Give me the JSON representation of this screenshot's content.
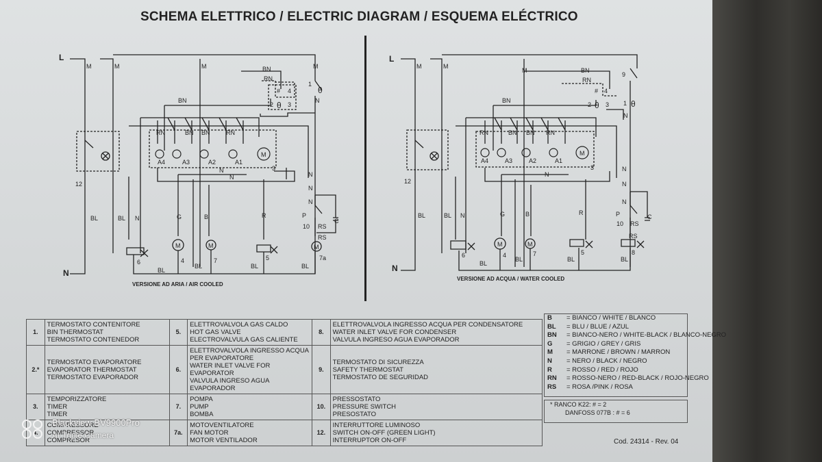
{
  "title": "SCHEMA ELETTRICO / ELECTRIC DIAGRAM / ESQUEMA ELÉCTRICO",
  "diagram_left": {
    "caption": "VERSIONE AD ARIA / AIR COOLED",
    "labels": {
      "L": "L",
      "N": "N",
      "M": "M",
      "BN": "BN",
      "RN": "RN",
      "BL": "BL",
      "G": "G",
      "B": "B",
      "R": "R",
      "RS": "RS",
      "P": "P",
      "C": "C",
      "A1": "A1",
      "A2": "A2",
      "A3": "A3",
      "A4": "A4",
      "n1": "1",
      "n2": "2",
      "n3": "3",
      "n4": "4",
      "n5": "5",
      "n6": "6",
      "n7": "7",
      "n7a": "7a",
      "n10": "10",
      "n12": "12",
      "theta": "θ",
      "hash": "#"
    }
  },
  "diagram_right": {
    "caption": "VERSIONE AD ACQUA / WATER COOLED",
    "labels": {
      "n8": "8",
      "n9": "9"
    }
  },
  "legend": [
    [
      {
        "num": "1.",
        "lines": [
          "TERMOSTATO CONTENITORE",
          "BIN THERMOSTAT",
          "TERMOSTATO CONTENEDOR"
        ]
      },
      {
        "num": "5.",
        "lines": [
          "ELETTROVALVOLA GAS CALDO",
          "HOT GAS VALVE",
          "ELECTROVALVULA GAS CALIENTE"
        ]
      },
      {
        "num": "8.",
        "lines": [
          "ELETTROVALVOLA INGRESSO ACQUA PER CONDENSATORE",
          "WATER INLET VALVE FOR CONDENSER",
          "VALVULA INGRESO AGUA EVAPORADOR"
        ]
      }
    ],
    [
      {
        "num": "2.*",
        "lines": [
          "TERMOSTATO EVAPORATORE",
          "EVAPORATOR THERMOSTAT",
          "TERMOSTATO EVAPORADOR"
        ]
      },
      {
        "num": "6.",
        "lines": [
          "ELETTROVALVOLA INGRESSO ACQUA PER EVAPORATORE",
          "WATER INLET VALVE FOR EVAPORATOR",
          "VALVULA INGRESO AGUA EVAPORADOR"
        ]
      },
      {
        "num": "9.",
        "lines": [
          "TERMOSTATO DI SICUREZZA",
          "SAFETY THERMOSTAT",
          "TERMOSTATO DE SEGURIDAD"
        ]
      }
    ],
    [
      {
        "num": "3.",
        "lines": [
          "TEMPORIZZATORE",
          "TIMER",
          "TIMER"
        ]
      },
      {
        "num": "7.",
        "lines": [
          "POMPA",
          "PUMP",
          "BOMBA"
        ]
      },
      {
        "num": "10.",
        "lines": [
          "PRESSOSTATO",
          "PRESSURE SWITCH",
          "PRESOSTATO"
        ]
      }
    ],
    [
      {
        "num": "4.",
        "lines": [
          "COMPRESSORE",
          "COMPRESSOR",
          "COMPRESOR"
        ]
      },
      {
        "num": "7a.",
        "lines": [
          "MOTOVENTILATORE",
          "FAN MOTOR",
          "MOTOR VENTILADOR"
        ]
      },
      {
        "num": "12.",
        "lines": [
          "INTERRUTTORE LUMINOSO",
          "SWITCH ON-OFF (GREEN LIGHT)",
          "INTERRUPTOR ON-OFF"
        ]
      }
    ]
  ],
  "colors": [
    {
      "code": "B",
      "text": "= BIANCO / WHITE / BLANCO"
    },
    {
      "code": "BL",
      "text": "= BLU / BLUE / AZUL"
    },
    {
      "code": "BN",
      "text": "= BIANCO-NERO / WHITE-BLACK / BLANCO-NEGRO"
    },
    {
      "code": "G",
      "text": "= GRIGIO / GREY / GRIS"
    },
    {
      "code": "M",
      "text": "= MARRONE / BROWN / MARRON"
    },
    {
      "code": "N",
      "text": "= NERO / BLACK / NEGRO"
    },
    {
      "code": "R",
      "text": "= ROSSO / RED / ROJO"
    },
    {
      "code": "RN",
      "text": "= ROSSO-NERO / RED-BLACK / ROJO-NEGRO"
    },
    {
      "code": "RS",
      "text": "= ROSA /PINK / ROSA"
    }
  ],
  "notes": [
    "*   RANCO K22: # = 2",
    "DANFOSS 077B : # = 6"
  ],
  "code": "Cod. 24314 - Rev. 04",
  "watermark": {
    "line1": "Blackview BV9900Pro",
    "line2": "AI Triple Camera"
  }
}
